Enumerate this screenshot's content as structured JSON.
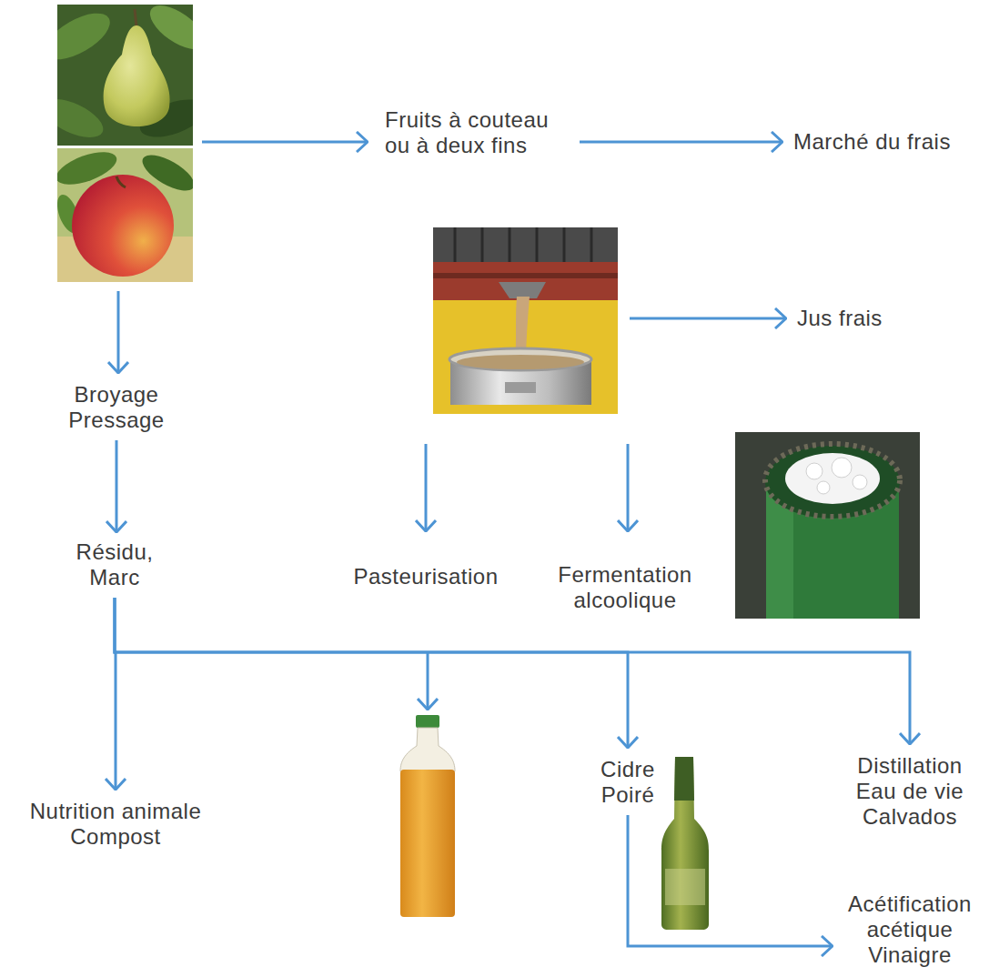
{
  "diagram": {
    "nodes": [
      {
        "text": [
          "Fruits à couteau ou à deux fins"
        ]
      },
      {
        "text": [
          "Marché du frais"
        ]
      },
      {
        "text": [
          "Jus frais"
        ]
      },
      {
        "text": [
          "Broyage Pressage"
        ]
      },
      {
        "text": [
          "Résidu, Marc"
        ]
      },
      {
        "text": [
          "Pasteurisation"
        ]
      },
      {
        "text": [
          "Fermentation alcoolique"
        ]
      },
      {
        "text": [
          "Nutrition animale Compost"
        ]
      },
      {
        "text": [
          "Cidre Poiré"
        ]
      },
      {
        "text": [
          "Distillation Eau de vie Calvados"
        ]
      },
      {
        "text": [
          "Acétification acétique Vinaigre"
        ]
      }
    ],
    "edges": [
      {
        "from": 0,
        "to": 1,
        "arrow": "to"
      },
      {
        "from": 3,
        "to": 4,
        "arrow": "to"
      },
      {
        "from": 4,
        "to": 7,
        "arrow": "to"
      },
      {
        "from": 4,
        "to": 8,
        "arrow": "to"
      },
      {
        "from": 4,
        "to": 9,
        "arrow": "to"
      },
      {
        "from": 8,
        "to": 10,
        "arrow": "to"
      }
    ]
  }
}
